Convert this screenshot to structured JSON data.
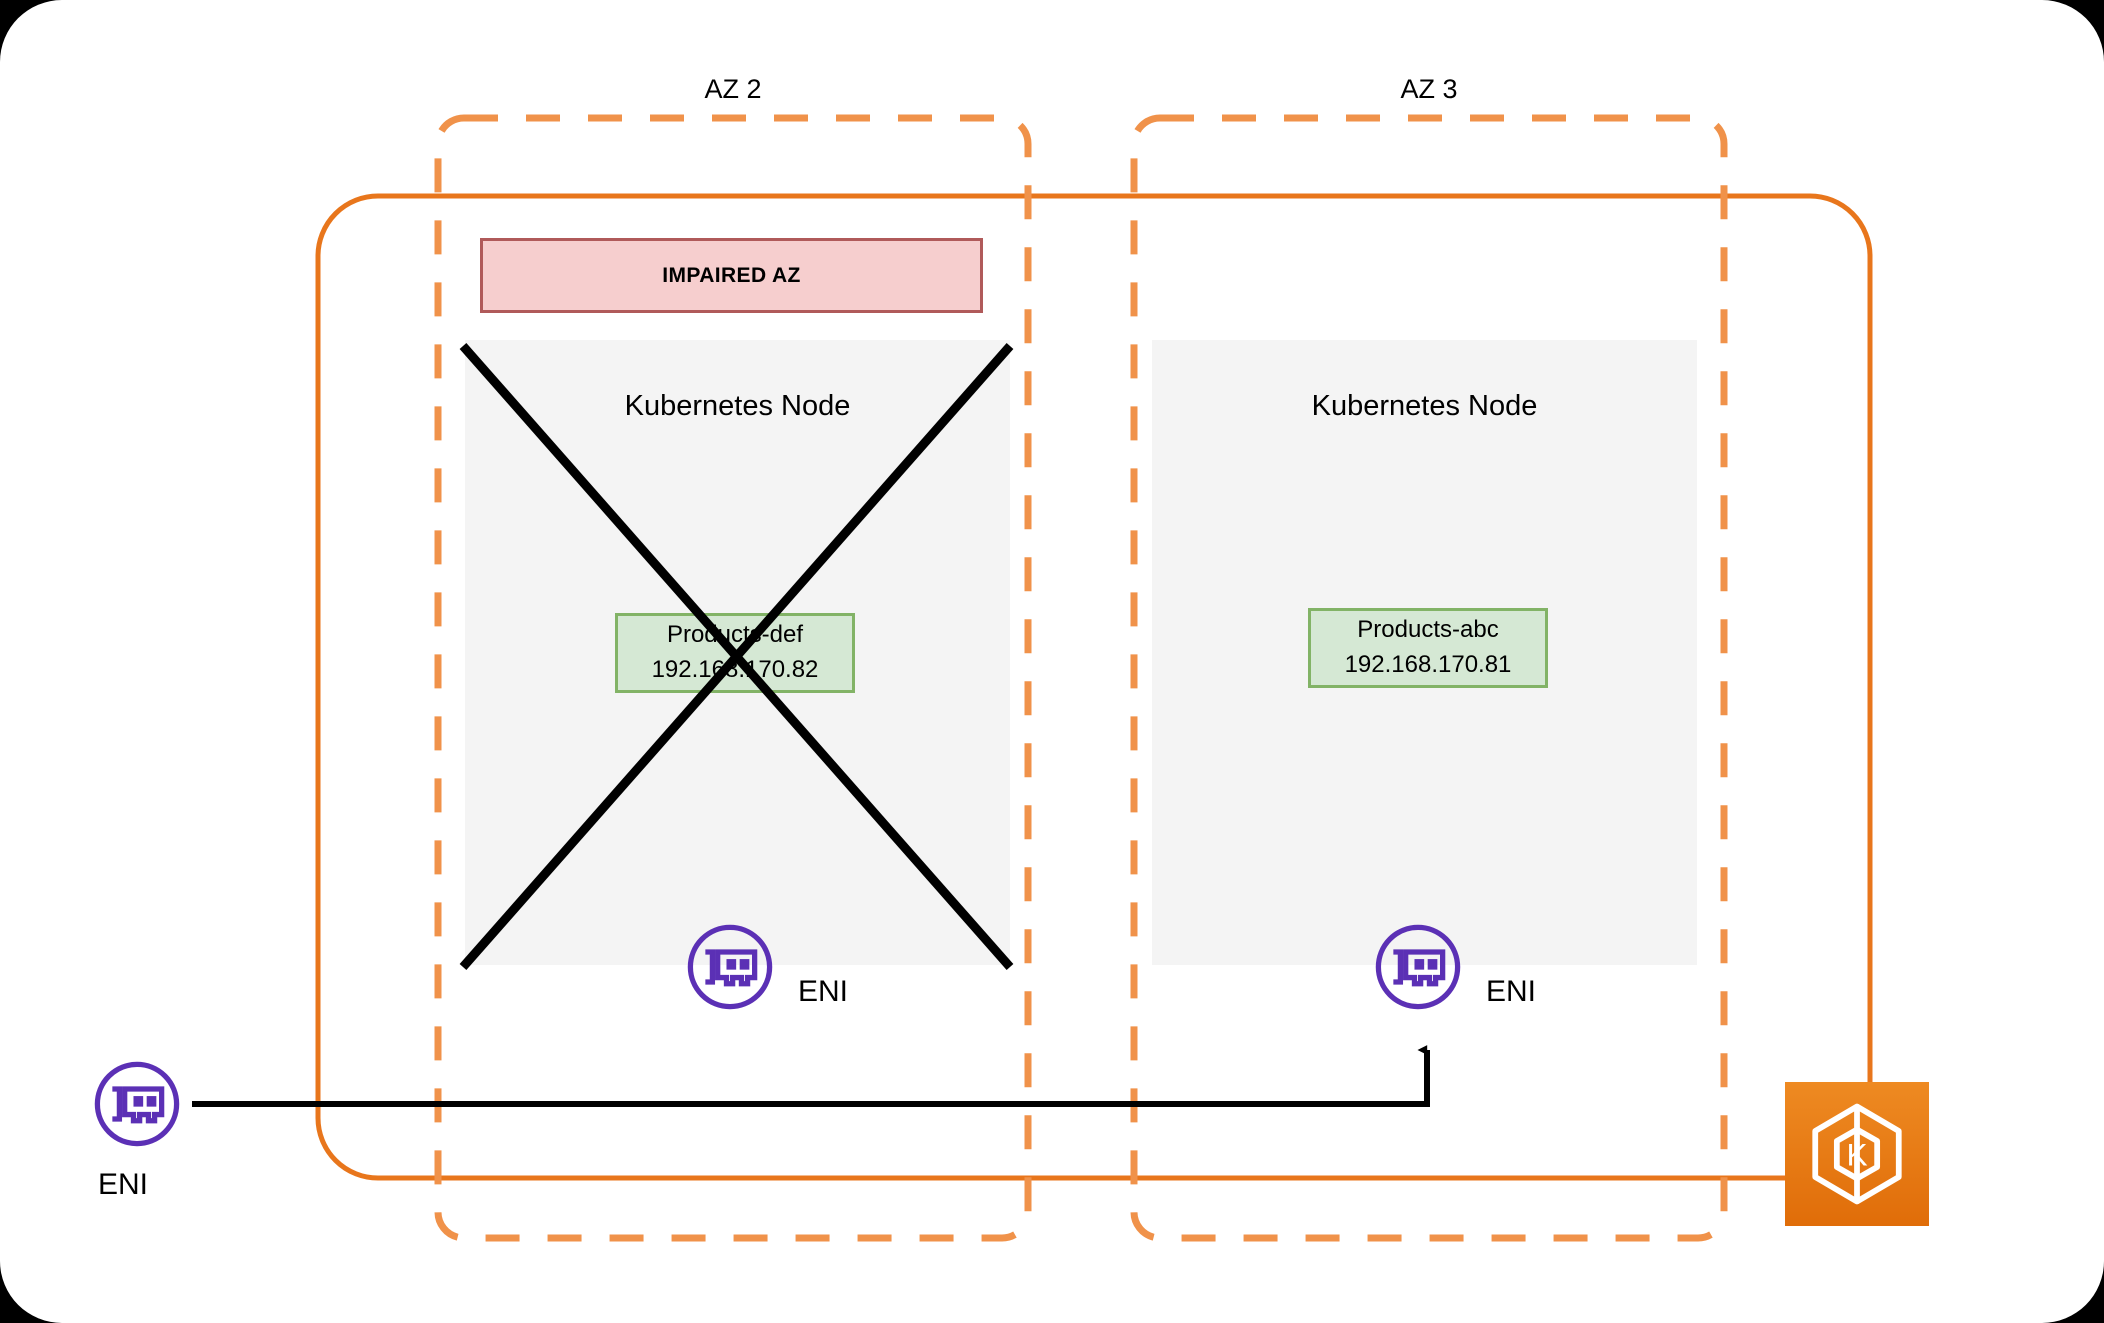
{
  "diagram": {
    "title_az2": "AZ 2",
    "title_az3": "AZ 3",
    "impaired_banner": "IMPAIRED AZ",
    "node_label_left": "Kubernetes Node",
    "node_label_right": "Kubernetes Node",
    "pods": [
      {
        "name": "Products-def",
        "ip": "192.168.170.82"
      },
      {
        "name": "Products-abc",
        "ip": "192.168.170.81"
      }
    ],
    "eni_labels": {
      "az2": "ENI",
      "az3": "ENI",
      "external": "ENI"
    },
    "icons": {
      "eni": "network-interface-card-icon",
      "eks": "eks-kubernetes-logo-icon",
      "failure_cross": "x-cross-failure-icon",
      "arrow": "arrow-up-icon"
    },
    "colors": {
      "az_dashed_border": "#F0924A",
      "vpc_solid_border": "#E8761C",
      "eni_purple": "#5B30B5",
      "node_fill": "#F4F4F4",
      "pod_fill": "#D5E8D4",
      "pod_border": "#82B366",
      "impaired_fill": "#F6CECE",
      "impaired_border": "#B05A5A",
      "eks_orange": "#E8761C",
      "connector_black": "#000000"
    }
  }
}
